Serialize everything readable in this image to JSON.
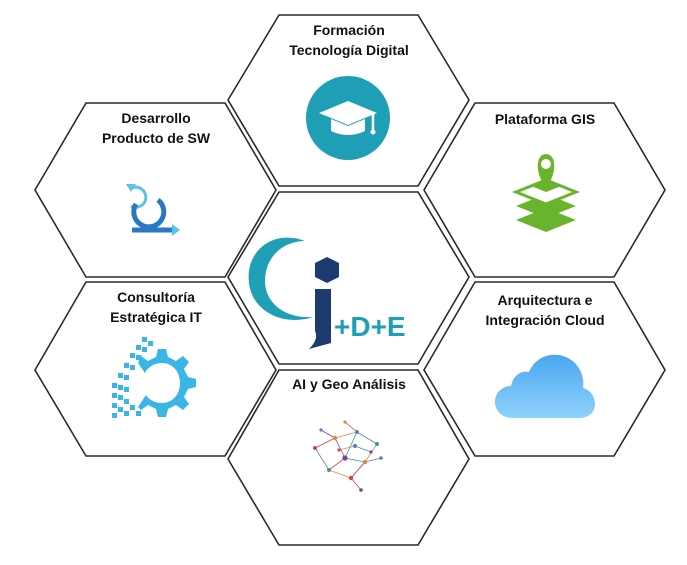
{
  "nodes": {
    "top": {
      "line1": "Formación",
      "line2": "Tecnología Digital",
      "icon": "graduation-cap-icon"
    },
    "upper_left": {
      "line1": "Desarrollo",
      "line2": "Producto de SW",
      "icon": "cycle-arrow-icon"
    },
    "upper_right": {
      "line1": "Plataforma GIS",
      "line2": "",
      "icon": "map-layers-pin-icon"
    },
    "lower_left": {
      "line1": "Consultoría",
      "line2": "Estratégica IT",
      "icon": "pixel-gear-icon"
    },
    "lower_right": {
      "line1": "Arquitectura e",
      "line2": "Integración Cloud",
      "icon": "cloud-icon"
    },
    "bottom": {
      "line1": "AI y Geo Análisis",
      "line2": "",
      "icon": "neural-network-icon"
    }
  },
  "center": {
    "logo_text": "+D+E",
    "icon": "i-logo-icon"
  },
  "colors": {
    "teal": "#1e9fb6",
    "navy": "#1d3b6e",
    "green": "#6ab42d",
    "cloud": "#4aa6f0",
    "gear": "#3ab6e6"
  }
}
